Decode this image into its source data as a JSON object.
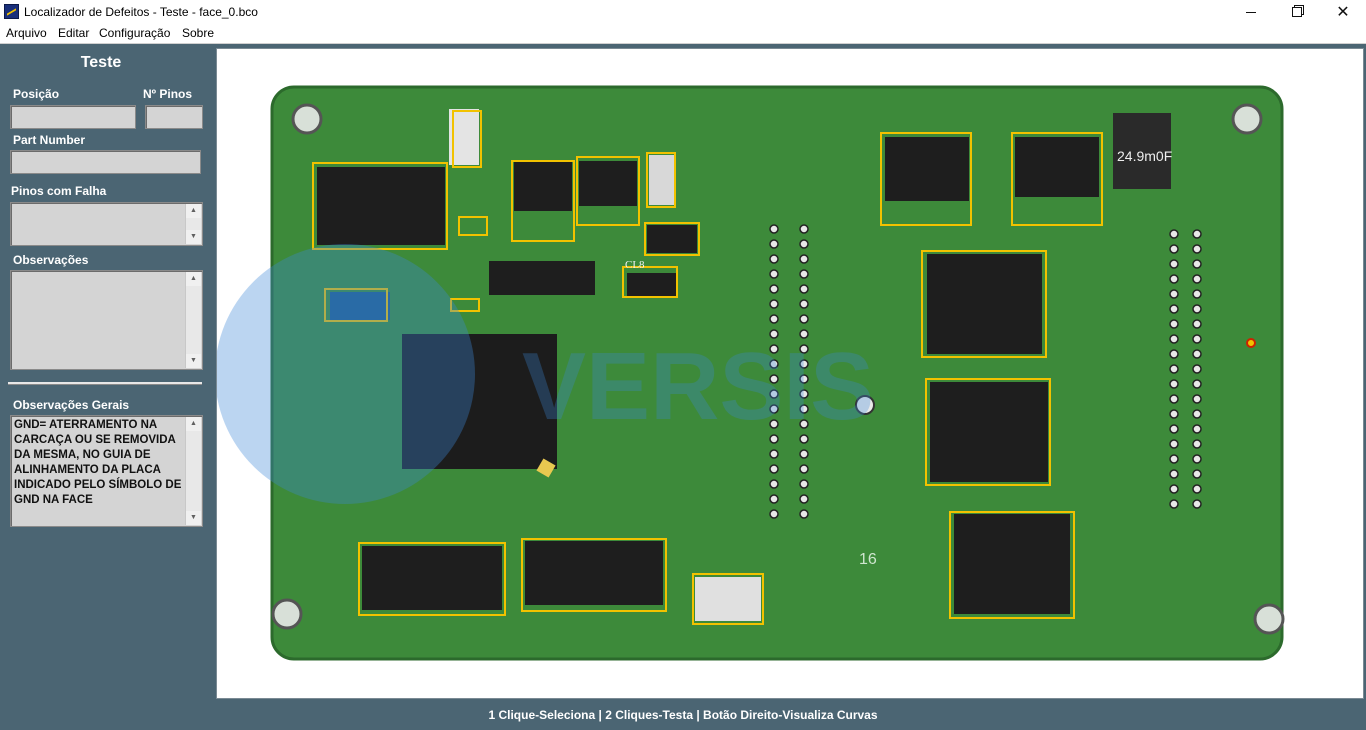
{
  "window": {
    "title": "Localizador de Defeitos - Teste - face_0.bco",
    "icon": "app-icon"
  },
  "menu": {
    "items": [
      {
        "label": "Arquivo"
      },
      {
        "label": "Editar"
      },
      {
        "label": "Configuração"
      },
      {
        "label": "Sobre"
      }
    ]
  },
  "sidebar": {
    "title": "Teste",
    "posicao_label": "Posição",
    "posicao_value": "",
    "npinos_label": "Nº Pinos",
    "npinos_value": "",
    "partnumber_label": "Part Number",
    "partnumber_value": "",
    "pinos_falha_label": "Pinos com Falha",
    "pinos_falha_value": "",
    "observacoes_label": "Observações",
    "observacoes_value": "",
    "obs_gerais_label": "Observações Gerais",
    "obs_gerais_value": "GND= ATERRAMENTO NA CARCAÇA OU SE REMOVIDA DA MESMA, NO GUIA DE ALINHAMENTO DA PLACA INDICADO PELO SÍMBOLO DE GND NA FACE"
  },
  "board": {
    "labels": {
      "tr_inductor": "24.9m0F",
      "cl8": "CL8",
      "silk_16": "16"
    },
    "colors": {
      "pcb": "#3f8a3c",
      "highlight": "#f2c200"
    },
    "logo_text": "VERSIS"
  },
  "statusbar": {
    "text": "1 Clique-Seleciona | 2 Cliques-Testa | Botão Direito-Visualiza Curvas"
  }
}
